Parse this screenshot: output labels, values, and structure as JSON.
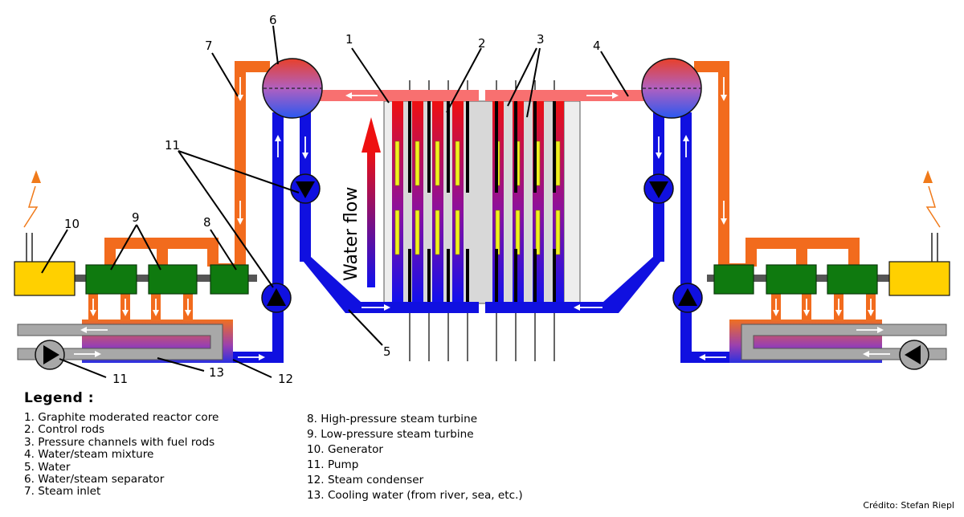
{
  "callouts": {
    "n1": "1",
    "n2": "2",
    "n3": "3",
    "n4": "4",
    "n5": "5",
    "n6": "6",
    "n7": "7",
    "n8": "8",
    "n9": "9",
    "n10": "10",
    "n11a": "11",
    "n11b": "11",
    "n12": "12",
    "n13": "13"
  },
  "water_flow_label": "Water flow",
  "legend": {
    "title": "Legend :",
    "items_left": [
      "1. Graphite moderated reactor core",
      "2. Control rods",
      "3. Pressure channels with fuel rods",
      "4. Water/steam mixture",
      "5. Water",
      "6. Water/steam separator",
      "7. Steam inlet"
    ],
    "items_right": [
      "8. High-pressure steam turbine",
      "9. Low-pressure steam turbine",
      "10. Generator",
      "11. Pump",
      "12. Steam condenser",
      "13. Cooling water (from river, sea, etc.)"
    ]
  },
  "credit": "Crédito: Stefan Riepl",
  "colors": {
    "water": "#1010e0",
    "steam": "#f26b1d",
    "mixture": "#f87070",
    "turbine": "#0f7a0f",
    "generator": "#ffd000",
    "cooling": "#a8a8a8",
    "fuel": "#f0f020",
    "core_hot": "#e01010",
    "core_cold": "#1010e0"
  }
}
